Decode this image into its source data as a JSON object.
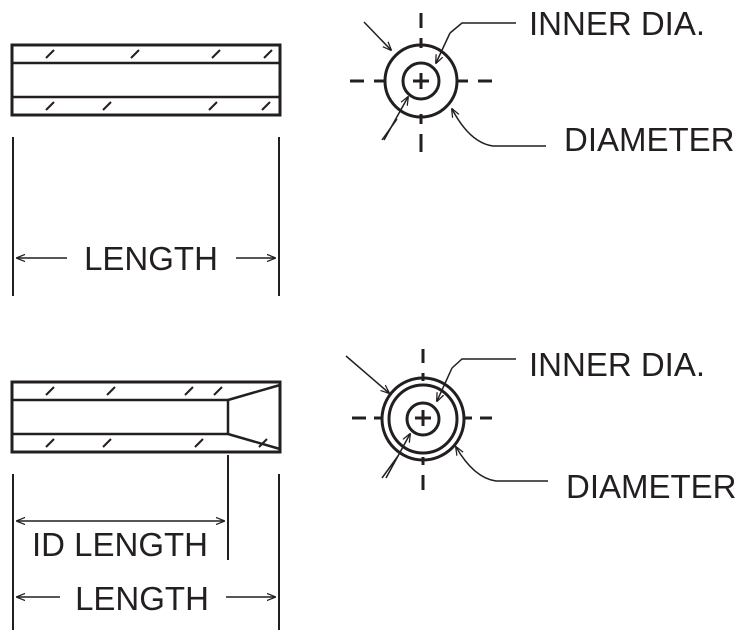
{
  "labels": {
    "inner_dia": "INNER DIA.",
    "diameter": "DIAMETER",
    "length": "LENGTH",
    "id_length": "ID LENGTH"
  },
  "figures": [
    {
      "id": "straight-bore-spacer",
      "labels": [
        "INNER DIA.",
        "DIAMETER",
        "LENGTH"
      ]
    },
    {
      "id": "counterbored-spacer",
      "labels": [
        "INNER DIA.",
        "DIAMETER",
        "ID LENGTH",
        "LENGTH"
      ]
    }
  ],
  "colors": {
    "ink": "#231f20",
    "background": "#ffffff"
  }
}
